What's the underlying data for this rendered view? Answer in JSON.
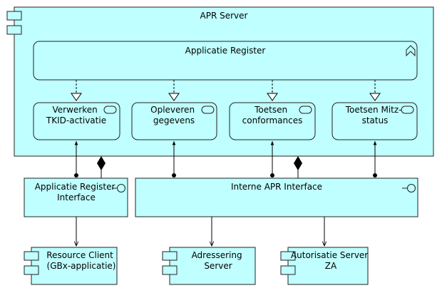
{
  "colors": {
    "component_fill": "#c0ffff",
    "stroke": "#000000",
    "background": "#ffffff"
  },
  "nodes": {
    "apr_server": {
      "label": [
        "APR Server"
      ],
      "icon": "component-icon"
    },
    "applicatie_register": {
      "label": [
        "Applicatie Register"
      ],
      "icon": "function-icon"
    },
    "verwerken": {
      "label": [
        "Verwerken",
        "TKID-activatie"
      ],
      "icon": "service-icon"
    },
    "opleveren": {
      "label": [
        "Opleveren",
        "gegevens"
      ],
      "icon": "service-icon"
    },
    "toetsen_conf": {
      "label": [
        "Toetsen",
        "conformances"
      ],
      "icon": "service-icon"
    },
    "toetsen_mitz": {
      "label": [
        "Toetsen Mitz-",
        "status"
      ],
      "icon": "service-icon"
    },
    "ar_interface": {
      "label": [
        "Applicatie Register",
        "Interface"
      ],
      "icon": "interface-icon"
    },
    "interne_interface": {
      "label": [
        "Interne APR Interface"
      ],
      "icon": "interface-icon"
    },
    "resource_client": {
      "label": [
        "Resource Client",
        "(GBx-applicatie)"
      ],
      "icon": "component-icon"
    },
    "adressering": {
      "label": [
        "Adressering",
        "Server"
      ],
      "icon": "component-icon"
    },
    "autorisatie": {
      "label": [
        "Autorisatie Server",
        "ZA"
      ],
      "icon": "component-icon"
    }
  }
}
